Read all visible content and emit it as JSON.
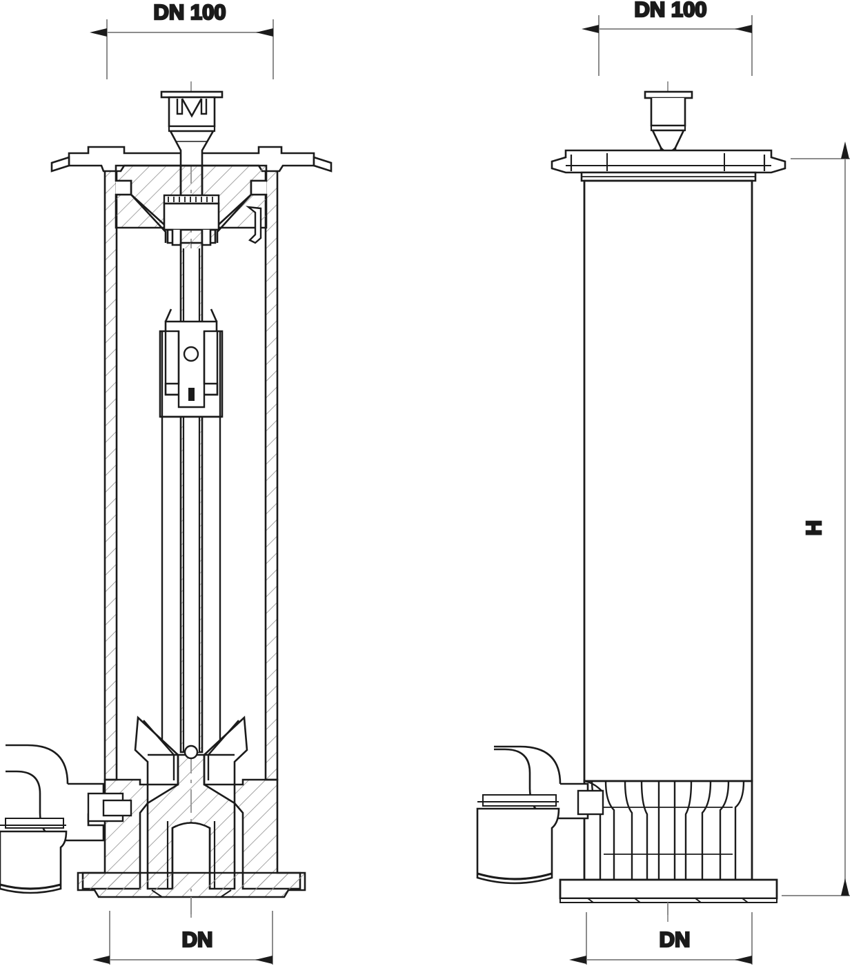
{
  "drawing": {
    "title": "Hydrant column technical drawing - section and elevation views",
    "type": "engineering-drawing",
    "views": [
      {
        "id": "section-view",
        "label": "Cross-section view (left)",
        "position": "left"
      },
      {
        "id": "elevation-view",
        "label": "External elevation view (right)",
        "position": "right"
      }
    ],
    "line_color": "#1b1b1b",
    "hatch_color": "#9b9b9b",
    "dim_color": "#8c8c8c",
    "centerline_color": "#9b9b9b"
  },
  "dimensions": {
    "top_left": {
      "label": "DN 100",
      "type": "horizontal",
      "view": "section-view"
    },
    "top_right": {
      "label": "DN 100",
      "type": "horizontal",
      "view": "elevation-view"
    },
    "bottom_left": {
      "label": "DN",
      "type": "horizontal",
      "view": "section-view"
    },
    "bottom_right": {
      "label": "DN",
      "type": "horizontal",
      "view": "elevation-view"
    },
    "height": {
      "label": "H",
      "type": "vertical",
      "view": "elevation-view",
      "rotated": true
    }
  },
  "components": {
    "operating_nut": "operating-nut",
    "top_flange": "top-flange-cover",
    "standpipe": "standpipe-barrel",
    "spindle": "valve-spindle",
    "drain_elbow": "drain-elbow-pipe",
    "base_flange": "base-flange",
    "valve_seat": "valve-seat",
    "ribbed_base": "ribbed-base-shoe"
  }
}
